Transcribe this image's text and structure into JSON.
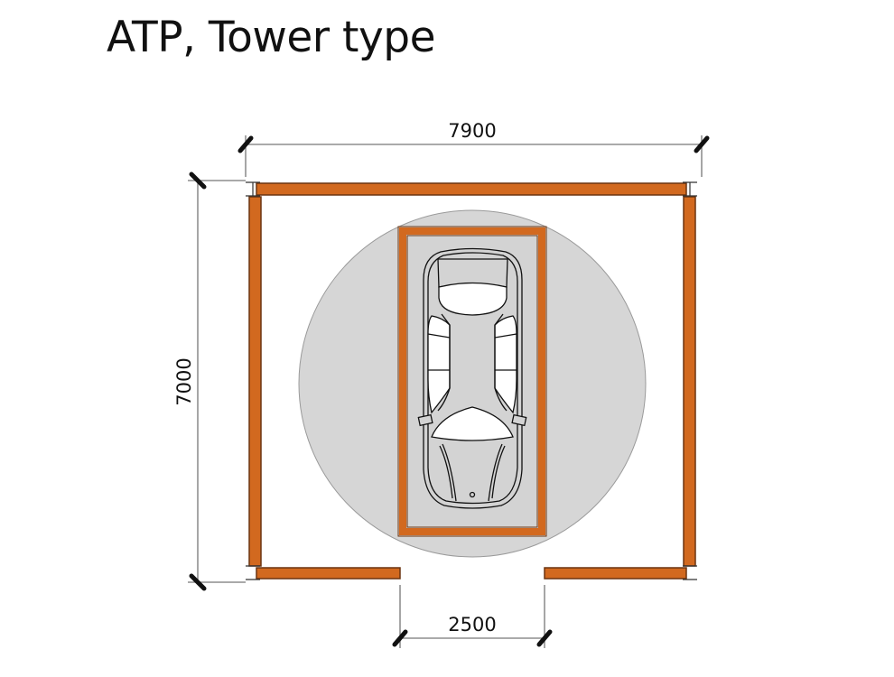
{
  "title": "ATP, Tower type",
  "dimensions": {
    "width": "7900",
    "depth": "7000",
    "entrance": "2500"
  },
  "colors": {
    "wall": "#d2691f",
    "wall_outline": "#6b3410",
    "turntable": "#d6d6d6",
    "dimension_line": "#777777"
  }
}
